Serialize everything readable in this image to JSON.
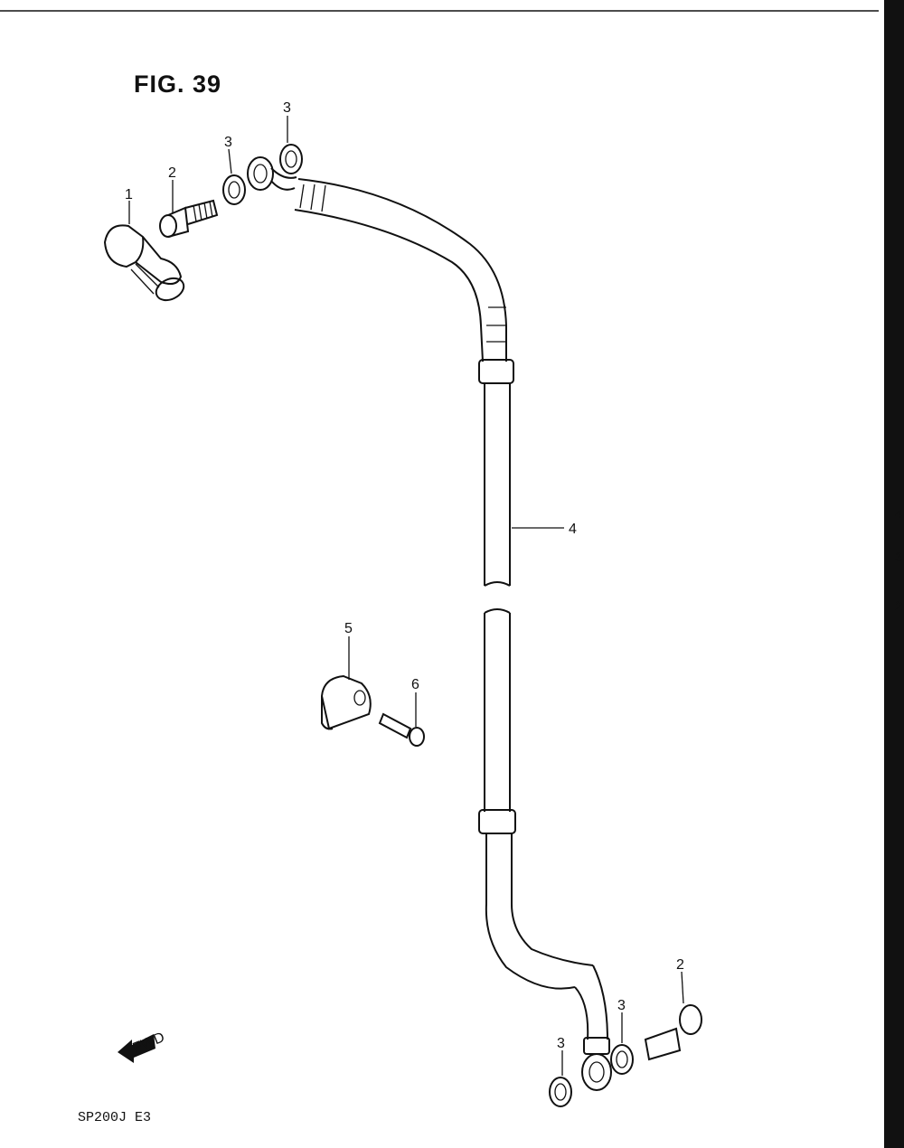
{
  "figure": {
    "title": "FIG. 39",
    "code": "SP200J  E3",
    "fwd_label": "FWD"
  },
  "callouts": [
    {
      "id": "1",
      "label": "1"
    },
    {
      "id": "2a",
      "label": "2"
    },
    {
      "id": "3a",
      "label": "3"
    },
    {
      "id": "3b",
      "label": "3"
    },
    {
      "id": "4",
      "label": "4"
    },
    {
      "id": "5",
      "label": "5"
    },
    {
      "id": "6",
      "label": "6"
    },
    {
      "id": "2b",
      "label": "2"
    },
    {
      "id": "3c",
      "label": "3"
    },
    {
      "id": "3d",
      "label": "3"
    }
  ],
  "edge_fragments": [
    "4",
    "3",
    "2"
  ]
}
